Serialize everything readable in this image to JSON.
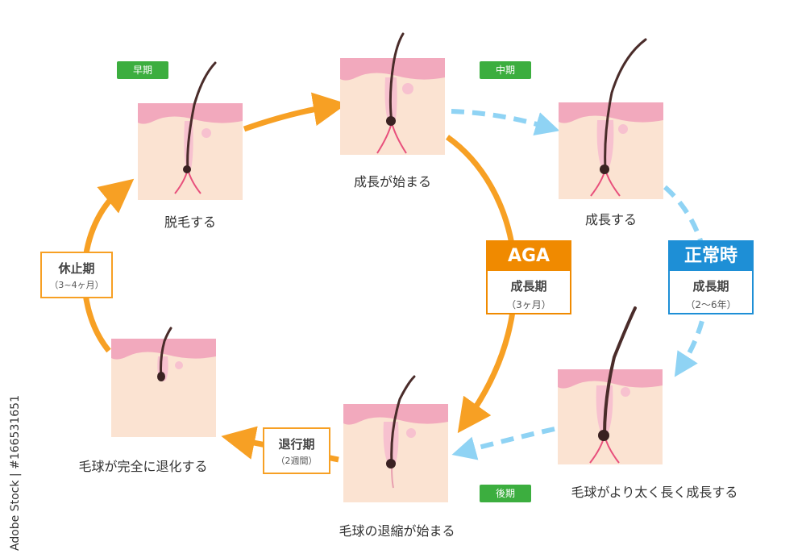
{
  "stages": {
    "growth_start": {
      "caption": "成長が始まる"
    },
    "growth": {
      "caption": "成長する"
    },
    "late_growth": {
      "caption": "毛球がより太く長く成長する"
    },
    "regression_start": {
      "caption": "毛球の退縮が始まる"
    },
    "full_regression": {
      "caption": "毛球が完全に退化する"
    },
    "shedding": {
      "caption": "脱毛する"
    }
  },
  "tags": {
    "early": "早期",
    "middle": "中期",
    "late": "後期"
  },
  "aga_box": {
    "header": "AGA",
    "title": "成長期",
    "sub": "（3ヶ月）",
    "color": "#f08a00"
  },
  "normal_box": {
    "header": "正常時",
    "title": "成長期",
    "sub": "（2～6年）",
    "color": "#1e8fd6"
  },
  "resting_box": {
    "title": "休止期",
    "sub": "（3~4ヶ月）"
  },
  "regression_box": {
    "title": "退行期",
    "sub": "（2週間）"
  },
  "credit": "Adobe Stock | #166531651",
  "colors": {
    "arrow_orange": "#f7a024",
    "arrow_blue": "#8fd3f4",
    "skin": "#fbe3d2",
    "epidermis": "#f2a9bd",
    "tag_green": "#3cae3f"
  }
}
